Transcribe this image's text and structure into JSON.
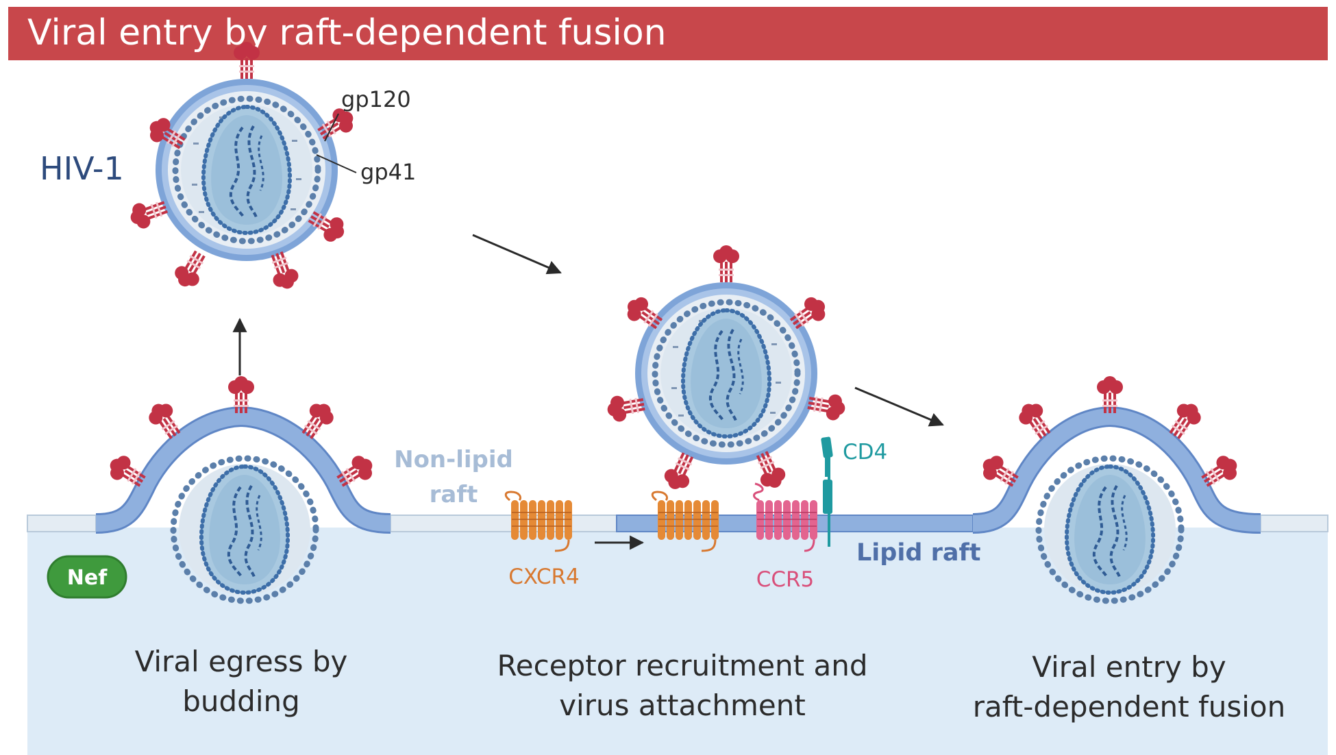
{
  "title": "Viral entry by raft-dependent fusion",
  "labels": {
    "hiv": "HIV-1",
    "gp120": "gp120",
    "gp41": "gp41",
    "non_lipid_line1": "Non-lipid",
    "non_lipid_line2": "raft",
    "cxcr4": "CXCR4",
    "ccr5": "CCR5",
    "cd4": "CD4",
    "lipid_raft": "Lipid raft",
    "nef": "Nef"
  },
  "captions": {
    "budding_line1": "Viral egress by",
    "budding_line2": "budding",
    "attachment_line1": "Receptor recruitment and",
    "attachment_line2": "virus attachment",
    "entry_line1": "Viral entry by",
    "entry_line2": "raft-dependent fusion"
  },
  "colors": {
    "banner": "#c8474b",
    "cytoplasm": "#ddebf7",
    "membrane": "#8fb0de",
    "membrane_outline": "#5f86c5",
    "spike": "#c23245",
    "cxcr4": "#d8782f",
    "ccr5": "#d94f7a",
    "cd4": "#1f9aa0",
    "nef": "#3f9a3d",
    "text_dark": "#2b2b2b",
    "hiv_text": "#2d4a7c",
    "non_lipid_text": "#a7bcd6",
    "lipid_text": "#4f6fa8"
  }
}
